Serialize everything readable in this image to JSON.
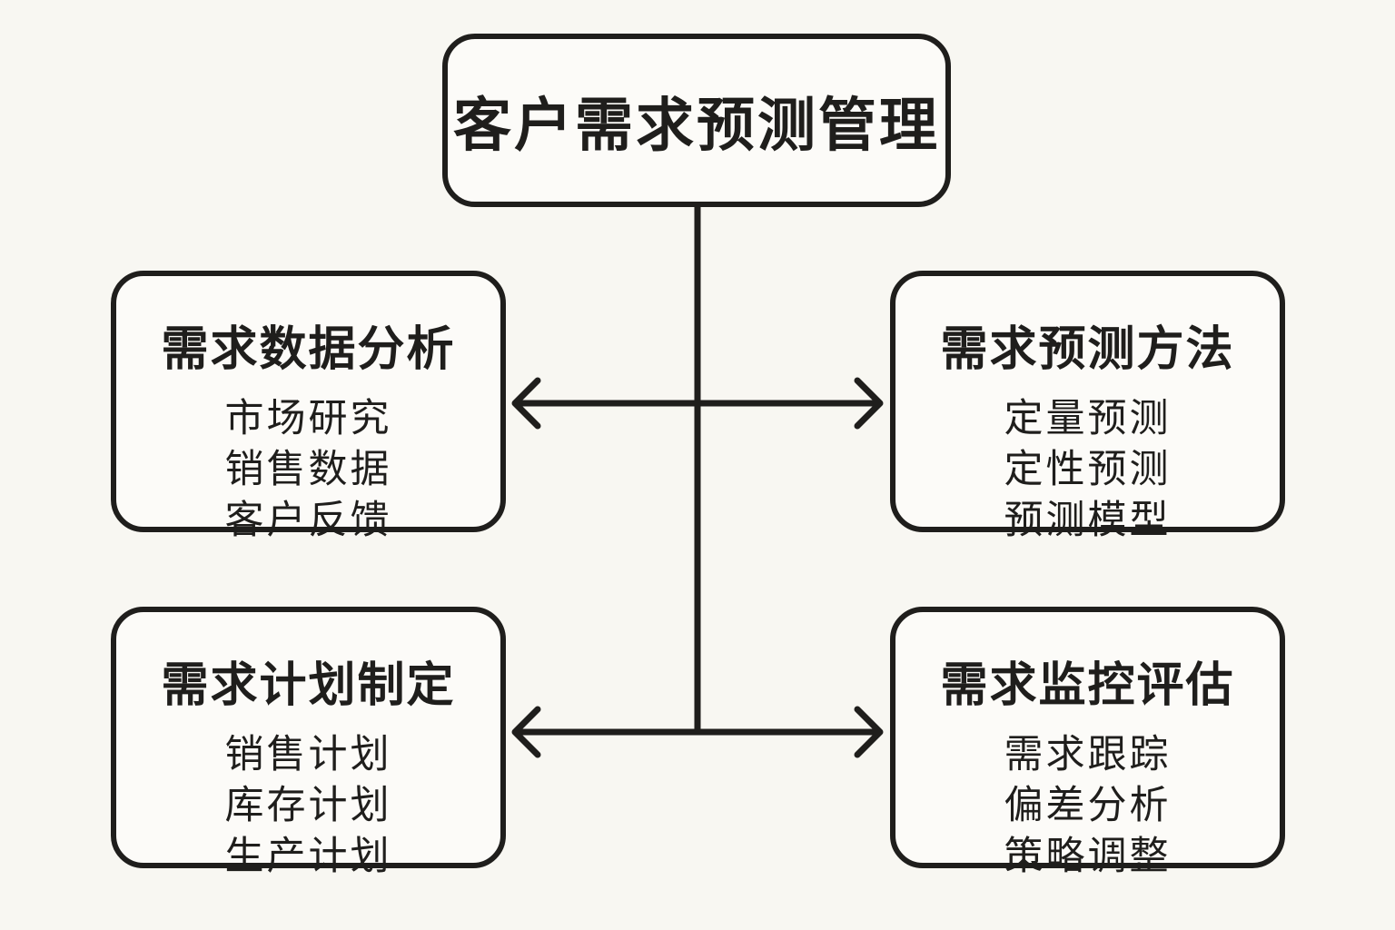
{
  "diagram": {
    "title": "客户需求预测管理",
    "root": {
      "label": "客户需求预测管理"
    },
    "nodes": [
      {
        "id": "demand-data-analysis",
        "title": "需求数据分析",
        "items": [
          "市场研究",
          "销售数据",
          "客户反馈"
        ]
      },
      {
        "id": "demand-forecast-methods",
        "title": "需求预测方法",
        "items": [
          "定量预测",
          "定性预测",
          "预测模型"
        ]
      },
      {
        "id": "demand-plan-making",
        "title": "需求计划制定",
        "items": [
          "销售计划",
          "库存计划",
          "生产计划"
        ]
      },
      {
        "id": "demand-monitor-evaluate",
        "title": "需求监控评估",
        "items": [
          "需求跟踪",
          "偏差分析",
          "策略调整"
        ]
      }
    ],
    "connectors": {
      "trunk": "vertical-line-from-root",
      "upper_arrow": "double-headed-horizontal",
      "lower_arrow": "double-headed-horizontal"
    },
    "colors": {
      "background": "#f8f7f2",
      "box_fill": "#fcfbf8",
      "line": "#1f1e1c",
      "text": "#1f1e1c"
    }
  }
}
